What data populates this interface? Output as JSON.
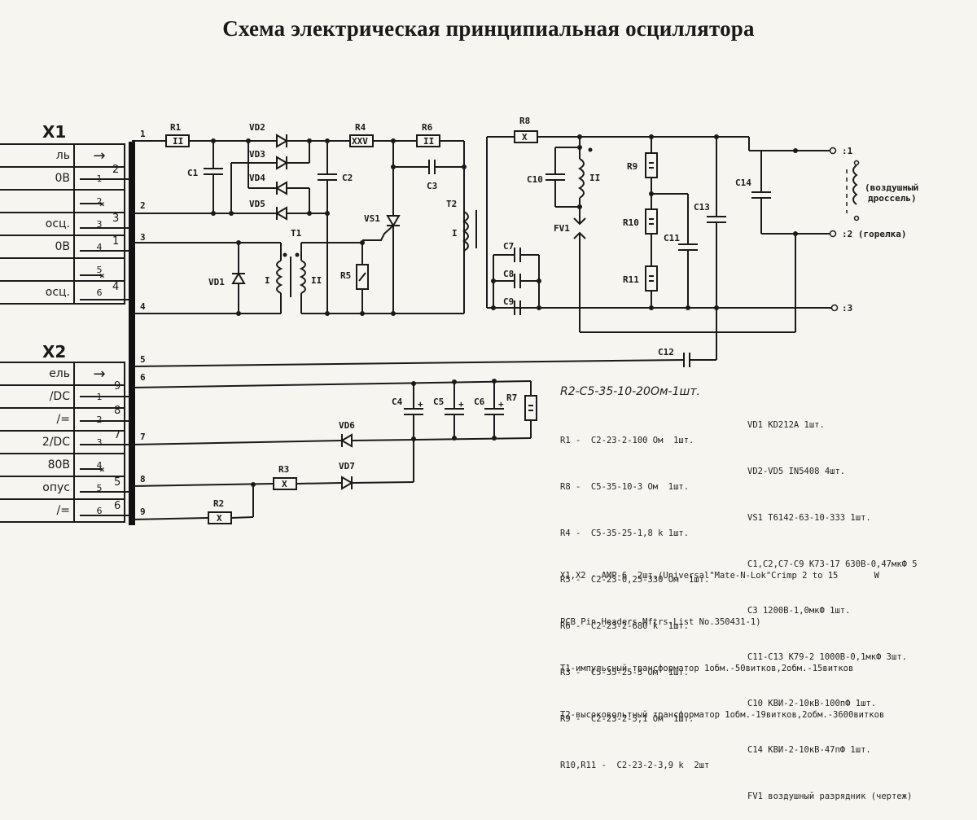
{
  "title": "Схема электрическая принципиальная осциллятора",
  "connectors": {
    "x1": {
      "label": "X1",
      "header_name": "ль",
      "header_arrow": "→",
      "rows": [
        {
          "name": "0В",
          "pin": "1"
        },
        {
          "name": "",
          "pin": "2"
        },
        {
          "name": "осц.",
          "pin": "3"
        },
        {
          "name": "0В",
          "pin": "4"
        },
        {
          "name": "",
          "pin": "5"
        },
        {
          "name": "осц.",
          "pin": "6"
        }
      ],
      "wire_labels": [
        "2",
        "3",
        "1",
        "4"
      ]
    },
    "x2": {
      "label": "X2",
      "header_name": "ель",
      "header_arrow": "→",
      "rows": [
        {
          "name": "/DC",
          "pin": "1"
        },
        {
          "name": "/=",
          "pin": "2"
        },
        {
          "name": "2/DC",
          "pin": "3"
        },
        {
          "name": "80В",
          "pin": "4"
        },
        {
          "name": "опус",
          "pin": "5"
        },
        {
          "name": "/=",
          "pin": "6"
        }
      ],
      "wire_labels": [
        "9",
        "8",
        "7",
        "5",
        "6"
      ]
    }
  },
  "bus_lines": [
    "1",
    "2",
    "3",
    "4",
    "5",
    "6",
    "7",
    "8",
    "9"
  ],
  "components": {
    "R1": "R1",
    "R2": "R2",
    "R3": "R3",
    "R4": "R4",
    "R5": "R5",
    "R6": "R6",
    "R7": "R7",
    "R8": "R8",
    "R9": "R9",
    "R10": "R10",
    "R11": "R11",
    "C1": "C1",
    "C2": "C2",
    "C3": "C3",
    "C4": "C4",
    "C5": "C5",
    "C6": "C6",
    "C7": "C7",
    "C8": "C8",
    "C9": "C9",
    "C10": "C10",
    "C11": "C11",
    "C12": "C12",
    "C13": "C13",
    "C14": "C14",
    "VD1": "VD1",
    "VD2": "VD2",
    "VD3": "VD3",
    "VD4": "VD4",
    "VD5": "VD5",
    "VD6": "VD6",
    "VD7": "VD7",
    "VS1": "VS1",
    "T1": "T1",
    "T2": "T2",
    "FV1": "FV1",
    "R1_mark": "II",
    "R4_mark": "XXV",
    "R6_mark": "II",
    "R8_mark": "X",
    "R3_mark": "X",
    "R2_mark": "X",
    "winding_I": "I",
    "winding_II": "II"
  },
  "outputs": {
    "out1": ":1",
    "out2": ":2 (горелка)",
    "out3": ":3",
    "choke_label_1": "(воздушный",
    "choke_label_2": "дроссель)"
  },
  "notes": {
    "handwritten": "R2-С5-35-10-20Ом-1шт.",
    "left": [
      "R1 -  С2-23-2-100 Ом  1шт.",
      "R8 -  С5-35-10-3 Ом  1шт.",
      "R4 -  С5-35-25-1,8 k 1шт.",
      "R5 -  С2-23-0,25-330 Ом  1шт.",
      "R6 -  С2-23-2-680 k  1шт.",
      "R3 -  С5-35-25-3 Ом  1шт.",
      "R9 -  С2-23-2-5,1 Ом  1шт.",
      "R10,R11 -  С2-23-2-3,9 k  2шт"
    ],
    "right": [
      "VD1 KD212A 1шт.",
      "VD2-VD5 IN5408 4шт.",
      "VS1 Т6142-63-10-333 1шт.",
      "C1,C2,C7-C9 К73-17 630В-0,47мкФ 5",
      "C3 1200В-1,0мкФ 1шт.",
      "C11-C13 К79-2 1000В-0,1мкФ 3шт.",
      "C10 КВИ-2-10кВ-100пФ 1шт.",
      "C14 КВИ-2-10кВ-47пФ 1шт.",
      "FV1 воздушный разрядник (чертеж)"
    ],
    "bottom": [
      "X1,X2 - AMP-6  2шт.(Universal\"Mate-N-Lok\"Crimp 2 to 15       W",
      "PCB Pin Headers Mftrs.List No.350431-1)",
      "T1-импульсный трансформатор 1обм.-50витков,2обм.-15витков",
      "T2-высоковольтный трансформатор 1обм.-19витков,2обм.-3600витков"
    ]
  }
}
